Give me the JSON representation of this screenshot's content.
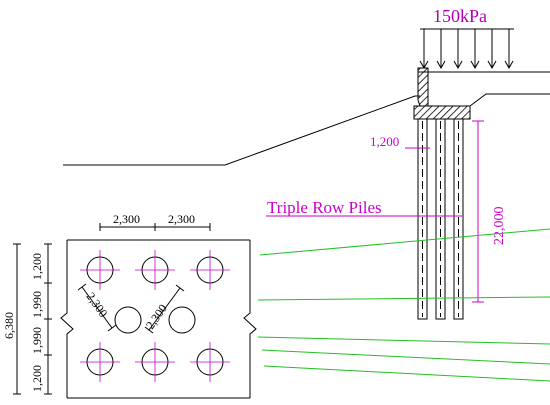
{
  "load": {
    "value": "150kPa",
    "color": "#b000b0"
  },
  "labels": {
    "pile_dimension": "1,200",
    "pile_length": "22,000",
    "pile_type": "Triple Row Piles"
  },
  "plan": {
    "spacing_top": [
      "2,300",
      "2,300"
    ],
    "diag_left": "2,300",
    "diag_right": "2,300",
    "left_segments": [
      "1,200",
      "1,990",
      "1,990",
      "1,200"
    ],
    "left_total": "6,380"
  },
  "colors": {
    "line": "#000000",
    "magenta": "#cc00cc",
    "green": "#22c022"
  }
}
